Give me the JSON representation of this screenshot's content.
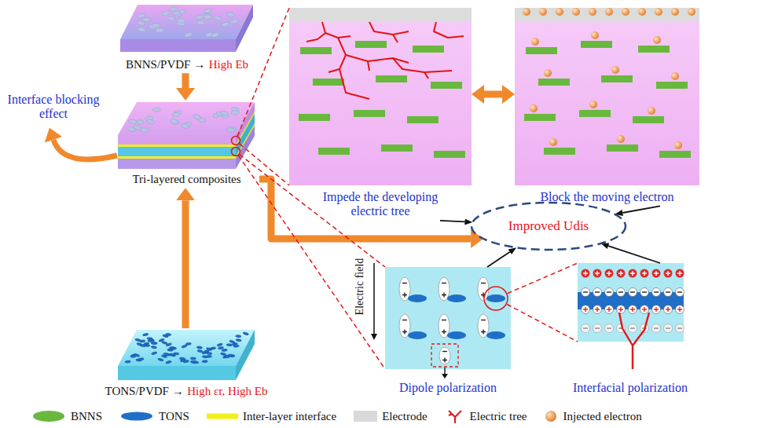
{
  "diagram": {
    "nodes": [
      {
        "text": [
          "BNNS/PVDF →",
          "High Eb"
        ]
      },
      {
        "text": [
          "Tri-layered composites"
        ]
      },
      {
        "text": [
          "TONS/PVDF →",
          "High εr, High Eb"
        ]
      },
      {
        "text": [
          "Impede the developing electric tree"
        ]
      },
      {
        "text": [
          "Block the moving electron"
        ]
      },
      {
        "text": [
          "Improved Udis"
        ]
      },
      {
        "text": [
          "Dipole polarization"
        ]
      },
      {
        "text": [
          "Interfacial polarization"
        ]
      }
    ],
    "edges": [
      {
        "from": 0,
        "to": 1,
        "arrow": "to"
      },
      {
        "from": 2,
        "to": 1,
        "arrow": "to"
      },
      {
        "from": 1,
        "to": 5,
        "arrow": "to"
      },
      {
        "from": 3,
        "to": 4,
        "arrow": "both"
      },
      {
        "from": 3,
        "to": 5,
        "arrow": "to"
      },
      {
        "from": 4,
        "to": 5,
        "arrow": "to"
      },
      {
        "from": 6,
        "to": 5,
        "arrow": "to"
      },
      {
        "from": 7,
        "to": 5,
        "arrow": "to"
      },
      {
        "from": 1,
        "to": 3,
        "arrow": "none"
      },
      {
        "from": 1,
        "to": 3,
        "arrow": "none"
      },
      {
        "from": 1,
        "to": 6,
        "arrow": "none"
      },
      {
        "from": 1,
        "to": 6,
        "arrow": "none"
      },
      {
        "from": 6,
        "to": 7,
        "arrow": "none"
      },
      {
        "from": 6,
        "to": 7,
        "arrow": "none"
      }
    ],
    "labels": [
      "Interface blocking effect",
      "Electric field"
    ],
    "legend": [
      {
        "text": "BNNS",
        "color": "#69b83e"
      },
      {
        "text": "TONS",
        "color": "#1f6fc8"
      },
      {
        "text": "Inter-layer interface",
        "color": "#f2ef1c"
      },
      {
        "text": "Electrode",
        "color": "#d9d9d9"
      },
      {
        "text": "Electric tree"
      },
      {
        "text": "Injected electron"
      }
    ]
  }
}
